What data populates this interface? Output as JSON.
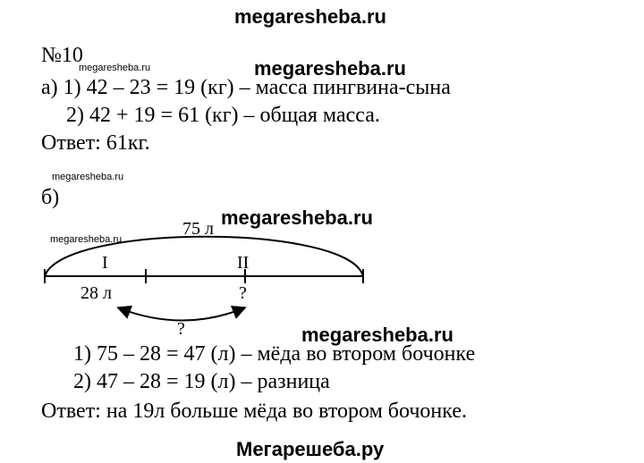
{
  "watermarks": {
    "top": "megaresheba.ru",
    "after_number": "megaresheba.ru",
    "line_a1": "megaresheba.ru",
    "before_b": "megaresheba.ru",
    "diagram_top": "megaresheba.ru",
    "diagram_left": "megaresheba.ru",
    "after_diagram": "megaresheba.ru",
    "footer": "Мегарешеба.ру"
  },
  "task_number": "№10",
  "part_a": {
    "label": "а)",
    "step1": "1) 42 – 23 = 19 (кг) – масса пингвина-сына",
    "step2": "2) 42 + 19 = 61 (кг) – общая масса.",
    "answer": "Ответ: 61кг."
  },
  "part_b": {
    "label": "б)",
    "diagram": {
      "total_label": "75 л",
      "segment1_name": "I",
      "segment2_name": "II",
      "segment1_value": "28 л",
      "segment2_value": "?",
      "difference_label": "?"
    },
    "step1": "1)  75 – 28 = 47 (л) – мёда во втором бочонке",
    "step2": "2)  47 – 28 = 19 (л) – разница",
    "answer": "Ответ: на 19л больше мёда во втором бочонке."
  }
}
